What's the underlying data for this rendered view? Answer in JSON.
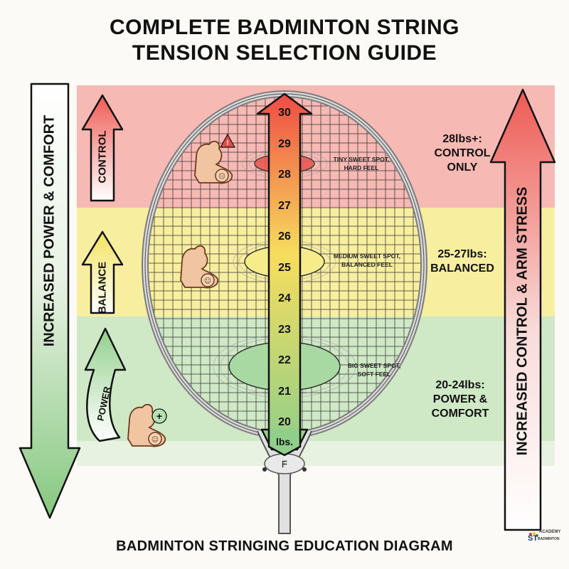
{
  "title": {
    "line1": "COMPLETE BADMINTON STRING",
    "line2": "TENSION SELECTION GUIDE"
  },
  "footer": "BADMINTON STRINGING EDUCATION DIAGRAM",
  "side_axes": {
    "left": "INCREASED POWER & COMFORT",
    "right": "INCREASED CONTROL & ARM STRESS"
  },
  "arrows": {
    "control": "CONTROL",
    "balance": "BALANCE",
    "power": "POWER"
  },
  "zones": [
    {
      "id": "control",
      "range": "28lbs+:",
      "desc": "CONTROL ONLY",
      "line1": "28lbs+:",
      "line2": "CONTROL",
      "line3": "ONLY",
      "color": "#f6b3b0"
    },
    {
      "id": "balanced",
      "range": "25-27lbs:",
      "line1": "25-27lbs:",
      "line2": "BALANCED",
      "color": "#f7ec9e"
    },
    {
      "id": "power",
      "range": "20-24lbs:",
      "line1": "20-24lbs:",
      "line2": "POWER &",
      "line3": "COMFORT",
      "color": "#c9e6c1"
    }
  ],
  "sweet_spots": {
    "tiny": {
      "line1": "TINY SWEET SPOT,",
      "line2": "HARD FEEL"
    },
    "medium": {
      "line1": "MEDIUM SWEET SPOT,",
      "line2": "BALANCED FEEL"
    },
    "big": {
      "line1": "BIG SWEET SPOT,",
      "line2": "SOFT FEEL"
    }
  },
  "scale": {
    "ticks": [
      "30",
      "29",
      "28",
      "27",
      "26",
      "25",
      "24",
      "23",
      "22",
      "21",
      "20"
    ],
    "unit": "lbs."
  },
  "colors": {
    "red": "#ef5a52",
    "yellow": "#f2e36a",
    "green": "#8fcf8a",
    "frame": "#8c8c8c"
  },
  "brand": {
    "top": "ACADEMY",
    "mid": "ST",
    "bottom": "BADMINTON"
  }
}
